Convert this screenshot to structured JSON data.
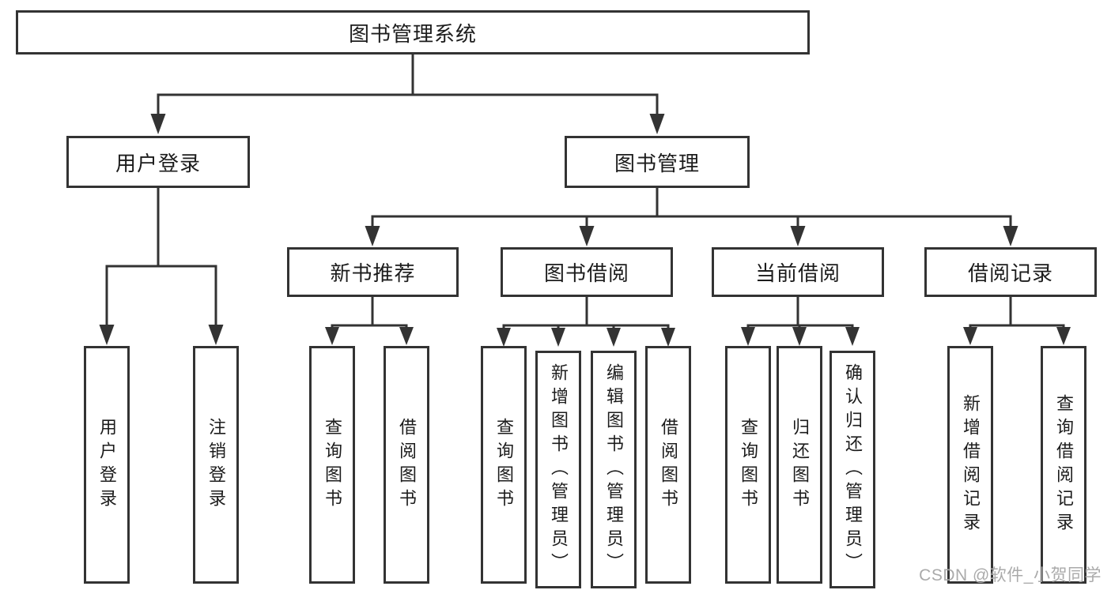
{
  "colors": {
    "line": "#333333",
    "text": "#1c1c1c",
    "watermark": "#aaaaaa",
    "background": "#ffffff"
  },
  "watermark": {
    "text": "CSDN @软件_小贺同学"
  },
  "tree": {
    "root": {
      "label": "图书管理系统"
    },
    "level2": [
      {
        "label": "用户登录",
        "leaves": [
          {
            "label": "用户登录"
          },
          {
            "label": "注销登录"
          }
        ]
      },
      {
        "label": "图书管理",
        "groups": [
          {
            "label": "新书推荐",
            "leaves": [
              {
                "label": "查询图书"
              },
              {
                "label": "借阅图书"
              }
            ]
          },
          {
            "label": "图书借阅",
            "leaves": [
              {
                "label": "查询图书"
              },
              {
                "label": "新增图书（管理员）"
              },
              {
                "label": "编辑图书（管理员）"
              },
              {
                "label": "借阅图书"
              }
            ]
          },
          {
            "label": "当前借阅",
            "leaves": [
              {
                "label": "查询图书"
              },
              {
                "label": "归还图书"
              },
              {
                "label": "确认归还（管理员）"
              }
            ]
          },
          {
            "label": "借阅记录",
            "leaves": [
              {
                "label": "新增借阅记录"
              },
              {
                "label": "查询借阅记录"
              }
            ]
          }
        ]
      }
    ]
  }
}
